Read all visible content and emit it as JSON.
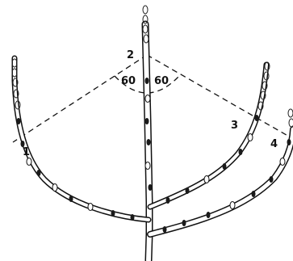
{
  "labels": {
    "branch_1": "1",
    "branch_2": "2",
    "branch_3": "3",
    "branch_4": "4"
  },
  "angles": {
    "left": "60",
    "right": "60"
  },
  "colors": {
    "ink": "#111111",
    "background": "#ffffff"
  }
}
